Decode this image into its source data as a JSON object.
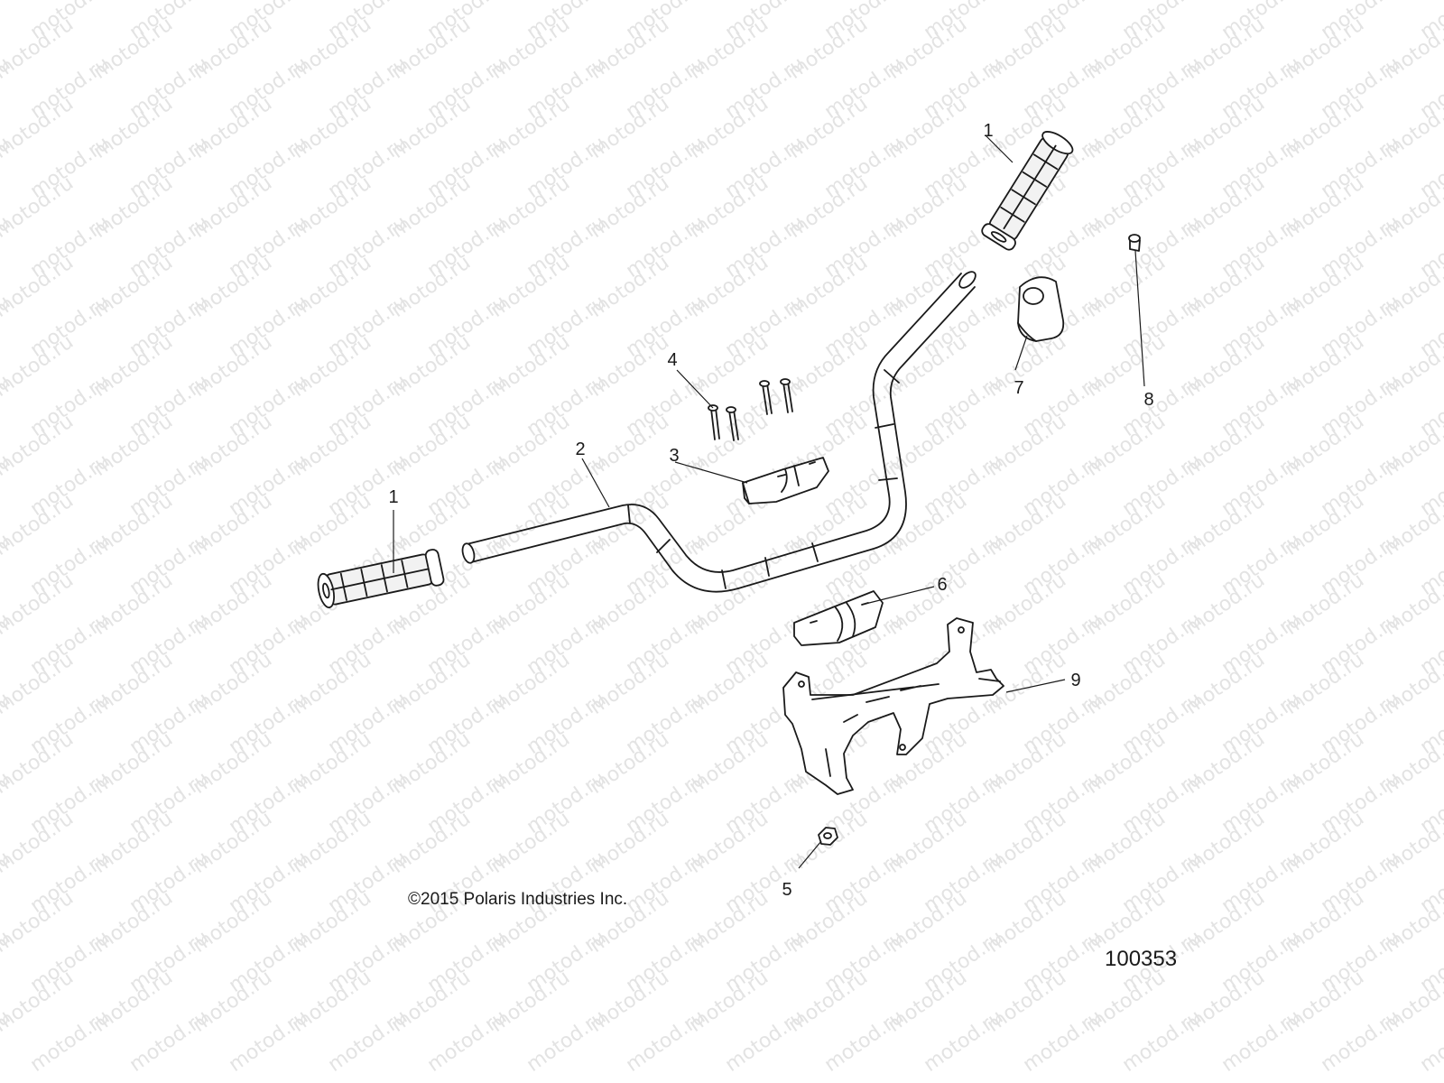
{
  "watermark": {
    "text": "motod.ru"
  },
  "callouts": [
    "1",
    "1",
    "2",
    "3",
    "4",
    "5",
    "6",
    "7",
    "8",
    "9"
  ],
  "footer": {
    "copyright": "©2015 Polaris Industries Inc.",
    "figure_number": "100353"
  },
  "colors": {
    "ink": "#1a1a1a",
    "watermark": "#e3e3e3",
    "background": "#ffffff"
  }
}
